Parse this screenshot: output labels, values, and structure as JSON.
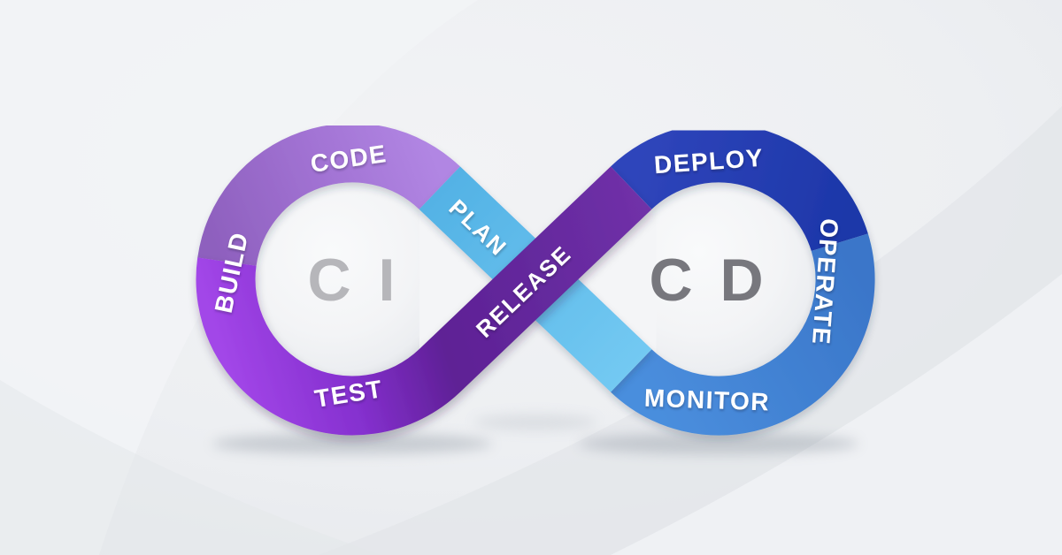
{
  "diagram": {
    "ci": {
      "label": "C I"
    },
    "cd": {
      "label": "C D"
    },
    "stages": {
      "plan": "PLAN",
      "code": "CODE",
      "build": "BUILD",
      "test": "TEST",
      "release": "RELEASE",
      "deploy": "DEPLOY",
      "operate": "OPERATE",
      "monitor": "MONITOR"
    }
  },
  "palette": {
    "purple_bright": "#a246e8",
    "purple_mid": "#8530cf",
    "purple_dark": "#5e2095",
    "purple_release_end": "#7030a8",
    "code_light_purple": "#b186e3",
    "code_muted_purple": "#8e60be",
    "plan_light_blue": "#53b2e5",
    "plan_light_blue_end": "#73c9f2",
    "deploy_dark_blue_start": "#2f45bb",
    "deploy_dark_blue_end": "#1d37a9",
    "operate_monitor_blue_start": "#3a76c9",
    "operate_monitor_blue_end": "#4a8edd",
    "ci_text": "#b6b6ba",
    "cd_text": "#77777d",
    "label_text": "#ffffff",
    "background": "#eceef1",
    "inner_disc": "#f3f4f6"
  }
}
